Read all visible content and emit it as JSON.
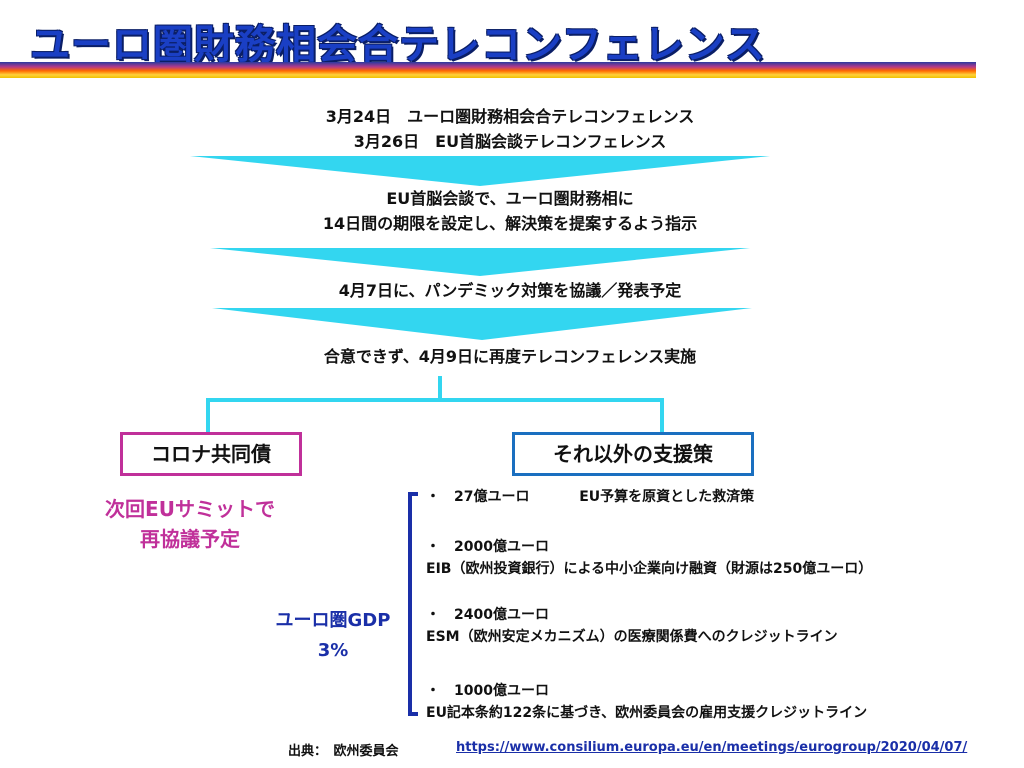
{
  "title": "ユーロ圏財務相会合テレコンフェレンス",
  "flow": {
    "step1_line1": "3月24日　ユーロ圏財務相会合テレコンフェレンス",
    "step1_line2": "3月26日　EU首脳会談テレコンフェレンス",
    "step2_line1": "EU首脳会談で、ユーロ圏財務相に",
    "step2_line2": "14日間の期限を設定し、解決策を提案するよう指示",
    "step3": "4月7日に、パンデミック対策を協議／発表予定",
    "step4": "合意できず、4月9日に再度テレコンフェレンス実施"
  },
  "left_box": {
    "label": "コロナ共同債",
    "note_line1": "次回EUサミットで",
    "note_line2": "再協議予定"
  },
  "right_box": {
    "label": "それ以外の支援策"
  },
  "gdp": {
    "line1": "ユーロ圏GDP",
    "line2": "3%"
  },
  "measures": [
    {
      "amount": "・　27億ユーロ",
      "desc": "EU予算を原資とした救済策"
    },
    {
      "amount": "・　2000億ユーロ",
      "desc": "EIB（欧州投資銀行）による中小企業向け融資（財源は250億ユーロ）"
    },
    {
      "amount": "・　2400億ユーロ",
      "desc": "ESM（欧州安定メカニズム）の医療関係費へのクレジットライン"
    },
    {
      "amount": "・　1000億ユーロ",
      "desc": "EU記本条約122条に基づき、欧州委員会の雇用支援クレジットライン"
    }
  ],
  "source": {
    "label": "出典：　欧州委員会",
    "url": "https://www.consilium.europa.eu/en/meetings/eurogroup/2020/04/07/"
  },
  "colors": {
    "title": "#1a3fc4",
    "arrow": "#33d6f0",
    "connector": "#33d6f0",
    "left_box_border": "#c0309a",
    "right_box_border": "#1a6fc0",
    "pink_text": "#c0309a",
    "gdp_text": "#1a2fa8",
    "brace": "#1a2fa8"
  }
}
